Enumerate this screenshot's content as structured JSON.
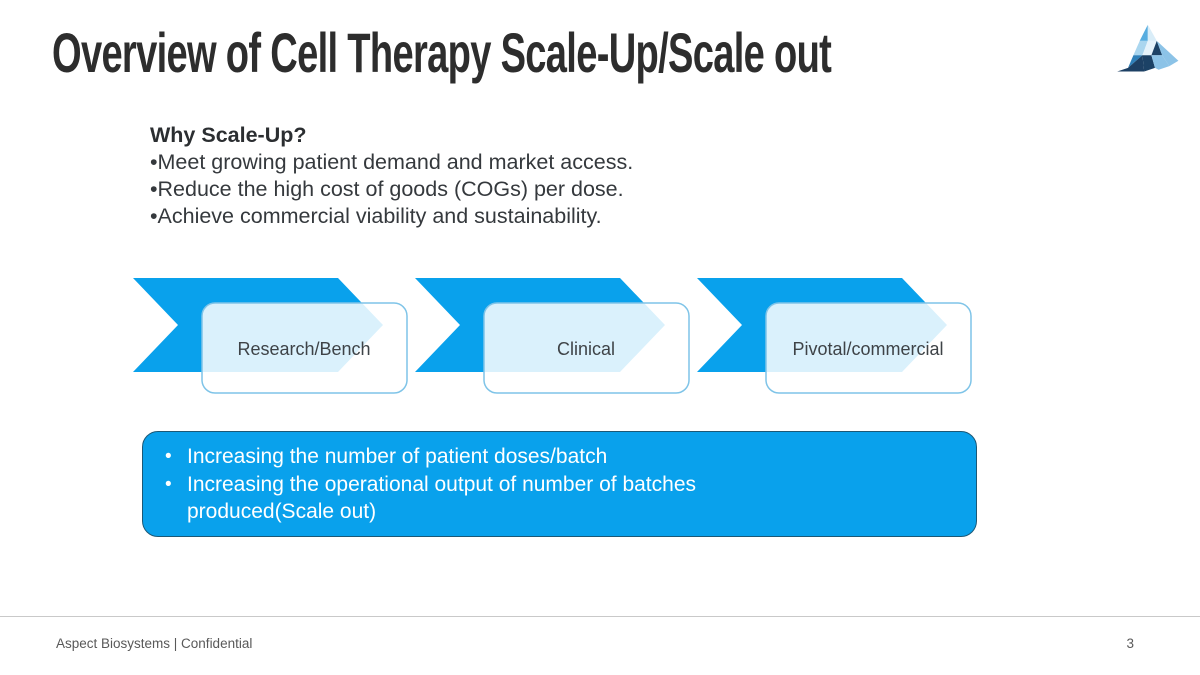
{
  "slide": {
    "title": "Overview of Cell Therapy Scale-Up/Scale out",
    "footer": "Aspect Biosystems | Confidential",
    "page_number": "3"
  },
  "why": {
    "heading": "Why Scale-Up?",
    "bullets": [
      "•Meet growing patient demand and market access.",
      "•Reduce the high cost of goods (COGs) per dose.",
      "•Achieve commercial viability and sustainability."
    ]
  },
  "stages": [
    {
      "label": "Research/Bench"
    },
    {
      "label": "Clinical"
    },
    {
      "label": "Pivotal/commercial"
    }
  ],
  "scale_box": {
    "bullets": [
      "Increasing the number of patient doses/batch",
      "Increasing the operational output of number of batches produced(Scale out)"
    ]
  },
  "logo": {
    "name": "aspect-biosystems-logo"
  },
  "colors": {
    "accent_blue": "#09a1ec",
    "card_border": "#7fc4e8",
    "box_border": "#1b5876",
    "title_text": "#2d2d2d",
    "body_text": "#35393d",
    "stage_text": "#3e4347",
    "footer_text": "#595959",
    "footer_line": "#c9c9c9",
    "logo_light": "#57ade0",
    "logo_pale": "#d9edf8",
    "logo_soft": "#aad6ef",
    "logo_faint": "#e6f3fb",
    "logo_navy": "#1c4266",
    "logo_steel": "#8cc3e7",
    "logo_medium": "#2f80b9",
    "logo_dark": "#1d4064"
  }
}
